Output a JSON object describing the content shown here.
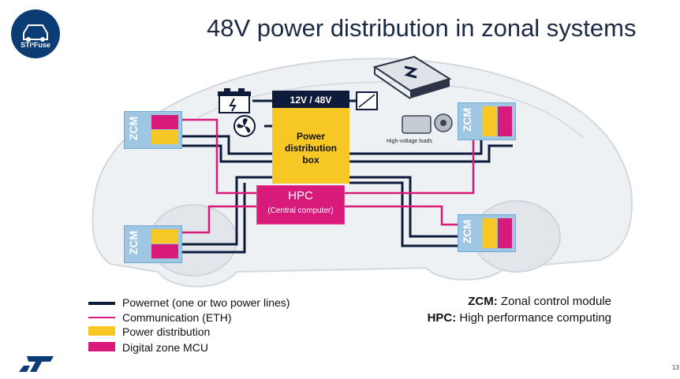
{
  "title": "48V power distribution in zonal systems",
  "logo": {
    "text": "STi²Fuse"
  },
  "nodes": {
    "zcm_label": "ZCM",
    "voltage_label": "12V / 48V",
    "pdb_line1": "Power",
    "pdb_line2": "distribution",
    "pdb_line3": "box",
    "hpc_title": "HPC",
    "hpc_subtitle": "(Central computer)",
    "hv_loads": "High-voltage loads"
  },
  "legend": [
    {
      "label": "Powernet (one or two power lines)",
      "color": "#0f1b3a"
    },
    {
      "label": "Communication (ETH)",
      "color": "#d81b7a"
    },
    {
      "label": "Power distribution",
      "color": "#f7c825"
    },
    {
      "label": "Digital zone MCU",
      "color": "#d81b7a"
    }
  ],
  "definitions": [
    {
      "term": "ZCM:",
      "desc": " Zonal control module"
    },
    {
      "term": "HPC:",
      "desc": " High performance computing"
    }
  ],
  "footer": {
    "page": "13"
  },
  "colors": {
    "navy": "#0f1b3a",
    "pink": "#d81b7a",
    "yellow": "#f7c825",
    "zcm_blue": "#9fc6e3"
  }
}
